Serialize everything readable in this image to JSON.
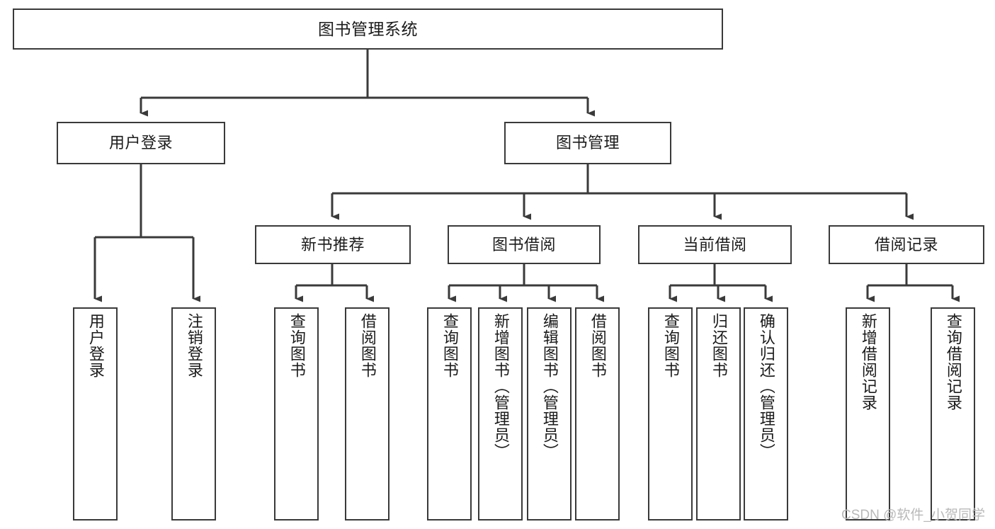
{
  "diagram": {
    "title": "图书管理系统",
    "type": "tree-hierarchy",
    "watermark": "CSDN @软件_小贺同学",
    "colors": {
      "background": "#ffffff",
      "box_border": "#3a3a3a",
      "box_fill": "#ffffff",
      "connector": "#3a3a3a",
      "text": "#1b1b1b",
      "watermark": "#b9b9b9"
    },
    "root": {
      "label": "图书管理系统"
    },
    "level1": [
      {
        "id": "user-login",
        "label": "用户登录"
      },
      {
        "id": "book-management",
        "label": "图书管理"
      }
    ],
    "level2": [
      {
        "id": "new-book-recommend",
        "label": "新书推荐",
        "parent": "book-management"
      },
      {
        "id": "book-borrow",
        "label": "图书借阅",
        "parent": "book-management"
      },
      {
        "id": "current-borrow",
        "label": "当前借阅",
        "parent": "book-management"
      },
      {
        "id": "borrow-record",
        "label": "借阅记录",
        "parent": "book-management"
      }
    ],
    "leaves": [
      {
        "id": "leaf-user-login",
        "label": "用户登录",
        "parent": "user-login"
      },
      {
        "id": "leaf-user-logout",
        "label": "注销登录",
        "parent": "user-login"
      },
      {
        "id": "leaf-query-book-1",
        "label": "查询图书",
        "parent": "new-book-recommend"
      },
      {
        "id": "leaf-borrow-book-1",
        "label": "借阅图书",
        "parent": "new-book-recommend"
      },
      {
        "id": "leaf-query-book-2",
        "label": "查询图书",
        "parent": "book-borrow"
      },
      {
        "id": "leaf-add-book",
        "label": "新增图书（管理员）",
        "parent": "book-borrow"
      },
      {
        "id": "leaf-edit-book",
        "label": "编辑图书（管理员）",
        "parent": "book-borrow"
      },
      {
        "id": "leaf-borrow-book-2",
        "label": "借阅图书",
        "parent": "book-borrow"
      },
      {
        "id": "leaf-query-book-3",
        "label": "查询图书",
        "parent": "current-borrow"
      },
      {
        "id": "leaf-return-book",
        "label": "归还图书",
        "parent": "current-borrow"
      },
      {
        "id": "leaf-confirm-return",
        "label": "确认归还（管理员）",
        "parent": "current-borrow"
      },
      {
        "id": "leaf-add-record",
        "label": "新增借阅记录",
        "parent": "borrow-record"
      },
      {
        "id": "leaf-query-record",
        "label": "查询借阅记录",
        "parent": "borrow-record"
      }
    ]
  }
}
